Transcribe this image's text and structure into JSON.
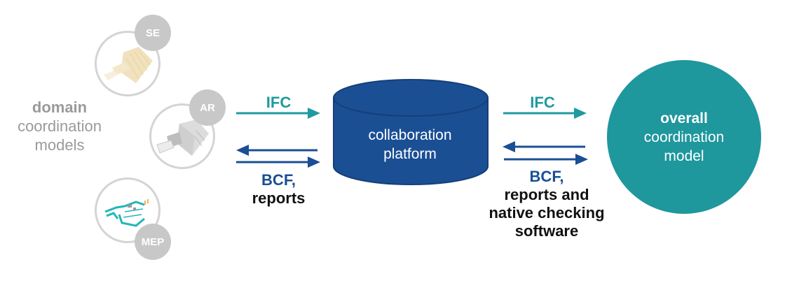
{
  "colors": {
    "teal": "#1e9aa0",
    "blue": "#1a4f94",
    "grey_badge": "#c8c8c8",
    "grey_text": "#9a9a9a",
    "platform_fill": "#1a4f94",
    "overall_fill": "#1e979d"
  },
  "domain_models": {
    "title_bold": "domain",
    "title_line2": "coordination",
    "title_line3": "models",
    "models": [
      {
        "badge": "SE",
        "icon": "structural-model-icon"
      },
      {
        "badge": "AR",
        "icon": "architectural-model-icon"
      },
      {
        "badge": "MEP",
        "icon": "mep-model-icon"
      }
    ]
  },
  "left_flow": {
    "top_label": "IFC",
    "bottom_label_line1": "BCF,",
    "bottom_label_line2": "reports"
  },
  "platform": {
    "line1": "collaboration",
    "line2": "platform"
  },
  "right_flow": {
    "top_label": "IFC",
    "bottom_label_line1": "BCF,",
    "bottom_label_line2": "reports and",
    "bottom_label_line3": "native checking",
    "bottom_label_line4": "software"
  },
  "overall": {
    "line1": "overall",
    "line2": "coordination",
    "line3": "model"
  }
}
